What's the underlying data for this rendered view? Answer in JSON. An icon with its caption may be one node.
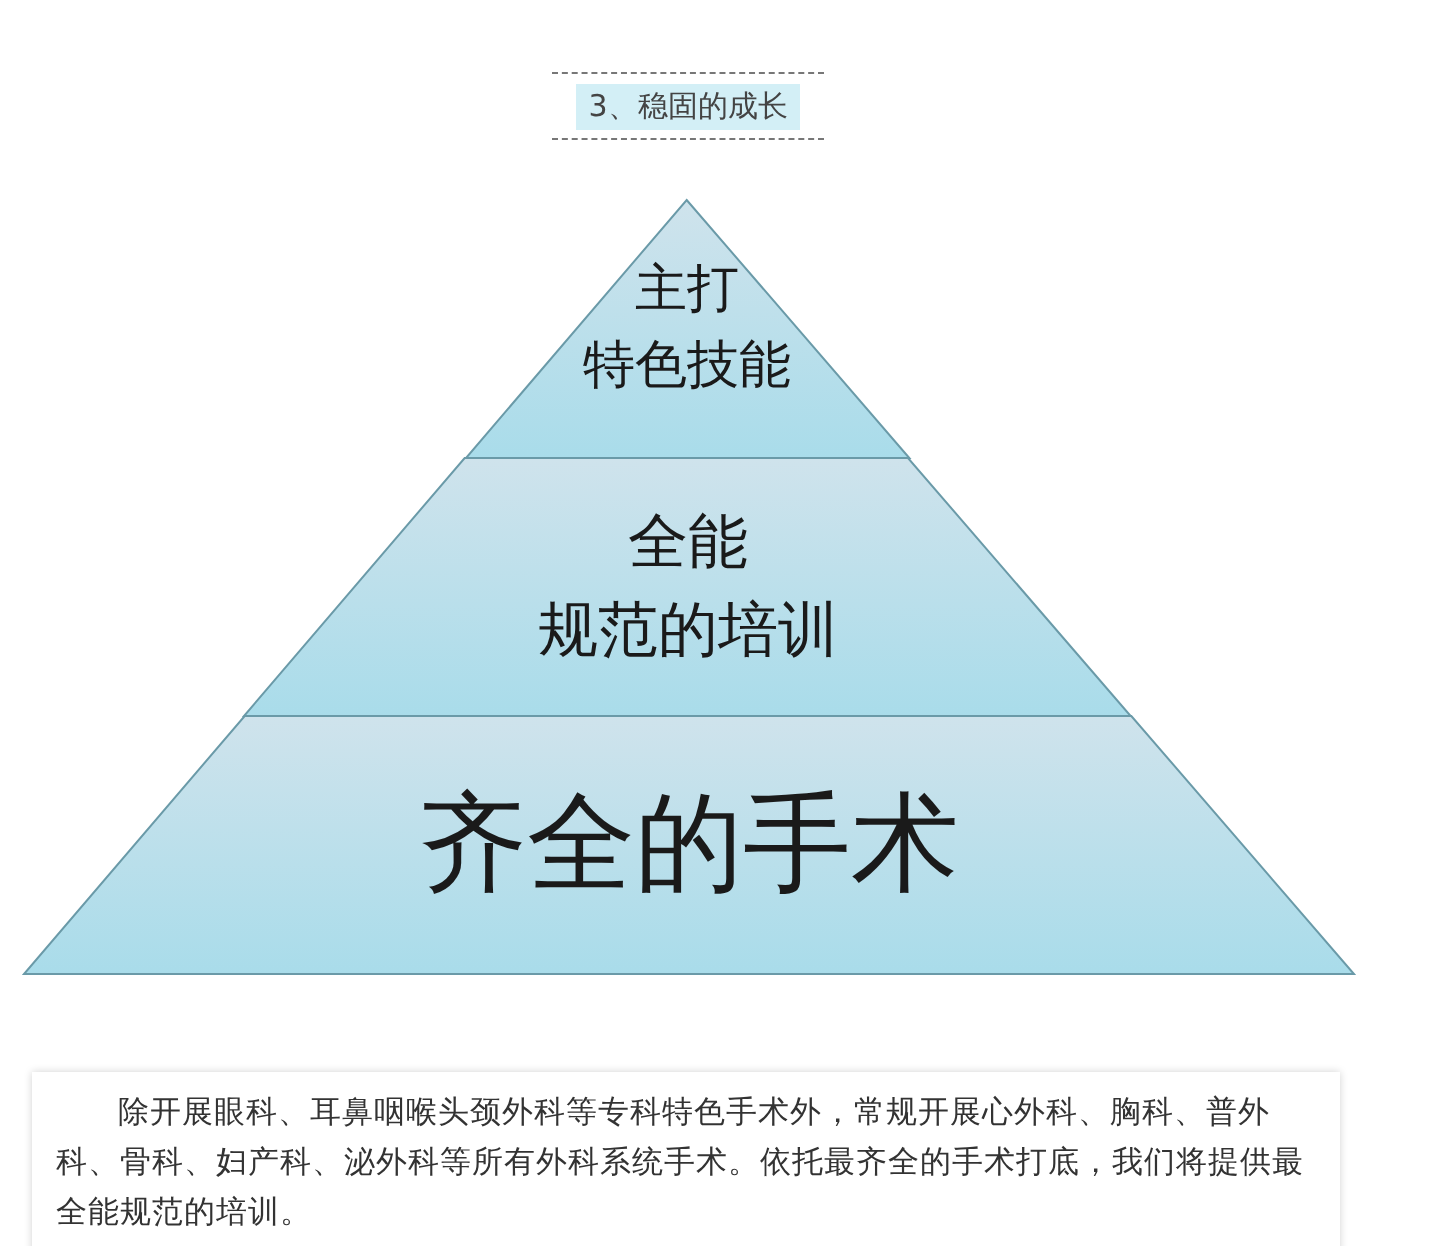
{
  "diagram": {
    "title": "3、稳固的成长",
    "nodes": [
      {
        "text": [
          "主打",
          "特色技能"
        ]
      },
      {
        "text": [
          "全能",
          "规范的培训"
        ]
      },
      {
        "text": [
          "齐全的手术"
        ]
      }
    ],
    "labels": [
      "除开展眼科、耳鼻咽喉头颈外科等专科特色手术外，常规开展心外科、胸科、普外科、骨科、妇产科、泌外科等所有外科系统手术。依托最齐全的手术打底，我们将提供最全能规范的培训。"
    ]
  }
}
